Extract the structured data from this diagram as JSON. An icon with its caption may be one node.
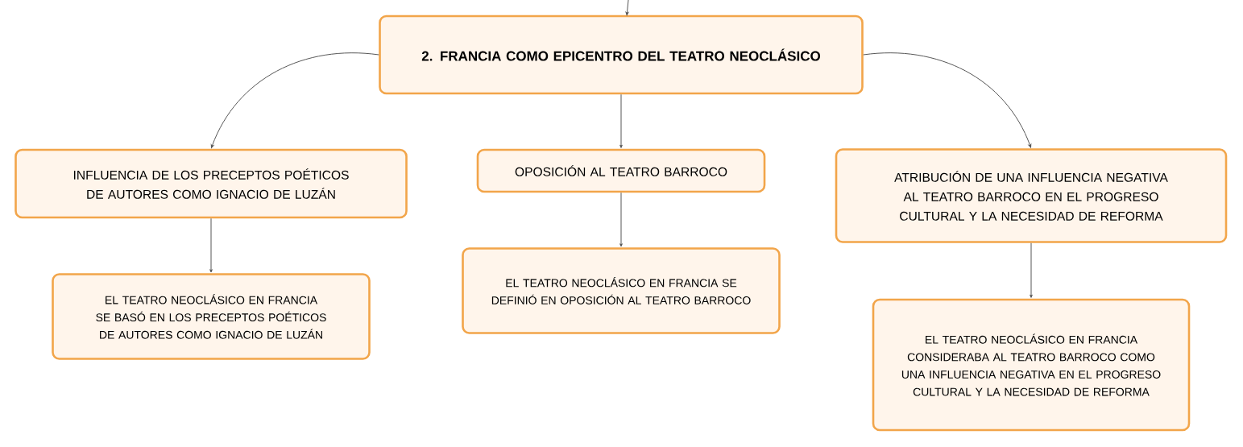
{
  "diagram": {
    "nodes": [
      {
        "text": [
          "2. FRANCIA COMO EPICENTRO DEL TEATRO NEOCLÁSICO"
        ]
      },
      {
        "text": [
          "INFLUENCIA DE LOS PRECEPTOS POÉTICOS DE AUTORES COMO IGNACIO DE LUZÁN"
        ]
      },
      {
        "text": [
          "OPOSICIÓN AL TEATRO BARROCO"
        ]
      },
      {
        "text": [
          "ATRIBUCIÓN DE UNA INFLUENCIA NEGATIVA AL TEATRO BARROCO EN EL PROGRESO CULTURAL Y LA NECESIDAD DE REFORMA"
        ]
      },
      {
        "text": [
          "EL TEATRO NEOCLÁSICO EN FRANCIA SE BASÓ EN LOS PRECEPTOS POÉTICOS DE AUTORES COMO IGNACIO DE LUZÁN"
        ]
      },
      {
        "text": [
          "EL TEATRO NEOCLÁSICO EN FRANCIA SE DEFINIÓ EN OPOSICIÓN AL TEATRO BARROCO"
        ]
      },
      {
        "text": [
          "EL TEATRO NEOCLÁSICO EN FRANCIA CONSIDERABA AL TEATRO BARROCO COMO UNA INFLUENCIA NEGATIVA EN EL PROGRESO CULTURAL Y LA NECESIDAD DE REFORMA"
        ]
      }
    ],
    "edges": [
      {
        "from": null,
        "to": 0,
        "arrow": "to"
      },
      {
        "from": 0,
        "to": 1,
        "arrow": "to"
      },
      {
        "from": 0,
        "to": 2,
        "arrow": "to"
      },
      {
        "from": 0,
        "to": 3,
        "arrow": "to"
      },
      {
        "from": 1,
        "to": 4,
        "arrow": "to"
      },
      {
        "from": 2,
        "to": 5,
        "arrow": "to"
      },
      {
        "from": 3,
        "to": 6,
        "arrow": "to"
      }
    ]
  }
}
